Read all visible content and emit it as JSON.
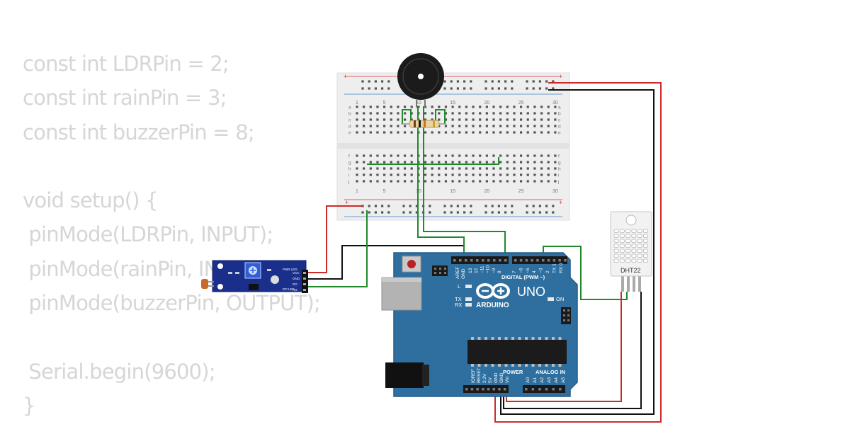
{
  "code": {
    "lines": [
      "const int LDRPin = 2;",
      "const int rainPin = 3;",
      "const int buzzerPin = 8;",
      "",
      "void setup() {",
      " pinMode(LDRPin, INPUT);",
      " pinMode(rainPin, INPUT);",
      " pinMode(buzzerPin, OUTPUT);",
      "",
      " Serial.begin(9600);",
      "}"
    ]
  },
  "breadboard": {
    "column_numbers": [
      "1",
      "5",
      "10",
      "15",
      "20",
      "25",
      "30"
    ],
    "top_rows": [
      "a",
      "b",
      "c",
      "d",
      "e"
    ],
    "bottom_rows": [
      "f",
      "g",
      "h",
      "i",
      "j"
    ],
    "rail_plus": "+",
    "rail_minus": "-"
  },
  "arduino": {
    "logo_text": "ARDUINO",
    "model": "UNO",
    "digital_header": "DIGITAL (PWM ~)",
    "power_header": "POWER",
    "analog_header": "ANALOG IN",
    "on_label": "ON",
    "tx_label": "TX",
    "rx_label": "RX",
    "l_label": "L",
    "aref_label": "AREF",
    "gnd_label": "GND",
    "digital_pins": [
      "13",
      "12",
      "~11",
      "~10",
      "~9",
      "8",
      "7",
      "~6",
      "~5",
      "4",
      "~3",
      "2",
      "TX 1",
      "RX 0"
    ],
    "power_pins": [
      "IOREF",
      "RESET",
      "3.3V",
      "5V",
      "GND",
      "GND",
      "Vin"
    ],
    "analog_pins": [
      "A0",
      "A1",
      "A2",
      "A3",
      "A4",
      "A5"
    ]
  },
  "dht22": {
    "label": "DHT22"
  },
  "ldr_module": {
    "pin_labels": [
      "VCC",
      "GND",
      "DO",
      "AO"
    ],
    "led_labels": [
      "PWR LED",
      "DO LED"
    ]
  },
  "colors": {
    "board_blue": "#2e6fa0",
    "wire_red": "#cc2b2b",
    "wire_black": "#111111",
    "wire_green": "#1f8a2a",
    "code_gray": "#d6d6d6",
    "breadboard": "#eeeeee",
    "module_blue": "#1a2f8c"
  }
}
